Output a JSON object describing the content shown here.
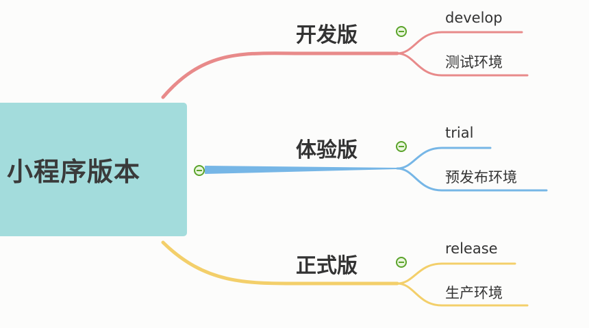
{
  "diagram": {
    "type": "mind-map",
    "root": {
      "label": "小程序版本",
      "color": "#a3dcdc"
    },
    "branches": [
      {
        "label": "开发版",
        "color": "#e88a8a",
        "children": [
          "develop",
          "测试环境"
        ]
      },
      {
        "label": "体验版",
        "color": "#76b6e6",
        "children": [
          "trial",
          "预发布环境"
        ]
      },
      {
        "label": "正式版",
        "color": "#f3cf6a",
        "children": [
          "release",
          "生产环境"
        ]
      }
    ],
    "collapse_icon": "minus-circle-icon",
    "collapse_color": "#5aa32a"
  }
}
